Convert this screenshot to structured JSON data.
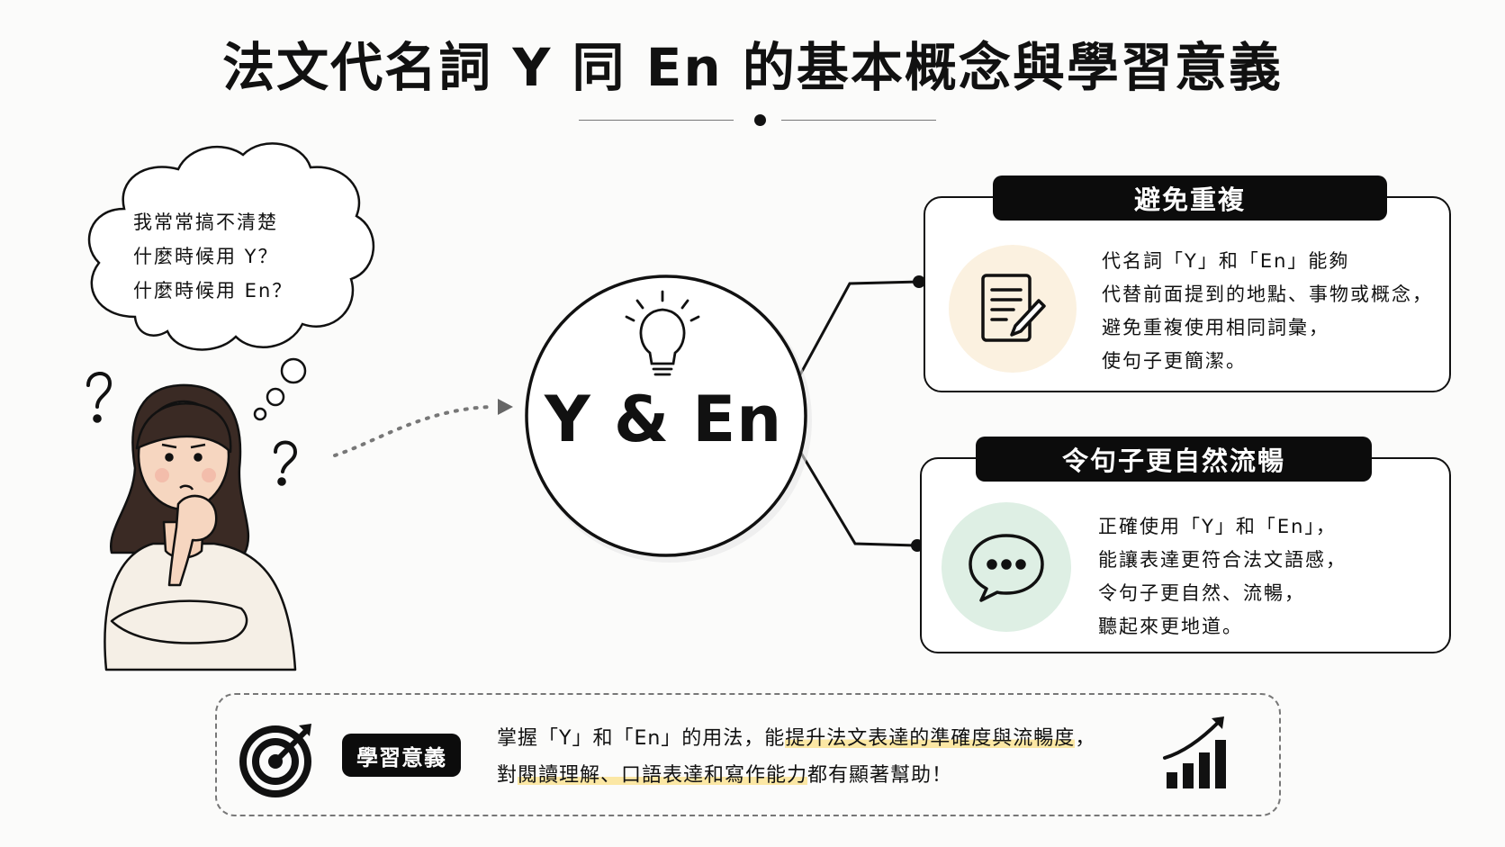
{
  "title": "法文代名詞 Y 同 En 的基本概念與學習意義",
  "thought_bubble": {
    "lines": [
      "我常常搞不清楚",
      "什麼時候用 Y？",
      "什麼時候用 En？"
    ]
  },
  "center": {
    "label": "Y & En"
  },
  "cards": [
    {
      "tag": "避免重複",
      "icon": "document-pencil-icon",
      "icon_bg": "#fbf1e0",
      "lines": [
        "代名詞「Y」和「En」能夠",
        "代替前面提到的地點、事物或概念，",
        "避免重複使用相同詞彙，",
        "使句子更簡潔。"
      ]
    },
    {
      "tag": "令句子更自然流暢",
      "icon": "speech-bubble-icon",
      "icon_bg": "#deefe4",
      "lines": [
        "正確使用「Y」和「En」，",
        "能讓表達更符合法文語感，",
        "令句子更自然、流暢，",
        "聽起來更地道。"
      ]
    }
  ],
  "meaning": {
    "badge": "學習意義",
    "line1_a": "掌握「Y」和「En」的用法，能",
    "line1_hl": "提升法文表達的準確度與流暢度",
    "line1_b": "，",
    "line2_a": "對",
    "line2_hl": "閱讀理解、口語表達和寫作能力",
    "line2_b": "都有顯著幫助！",
    "left_icon": "target-dart-icon",
    "right_icon": "growth-chart-icon",
    "highlight_color": "#fbe7a4"
  }
}
